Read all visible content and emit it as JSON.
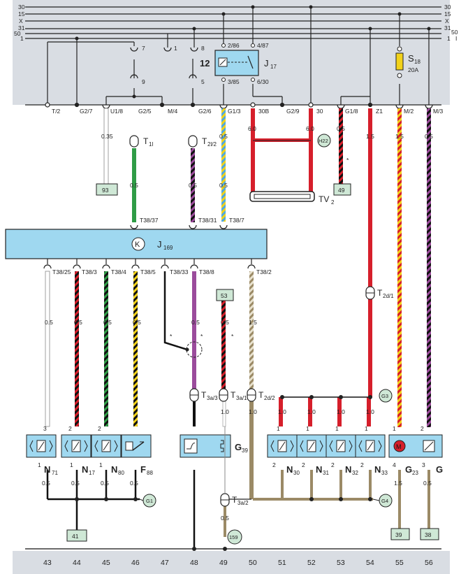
{
  "rails": [
    "30",
    "15",
    "X",
    "31",
    "50",
    "1"
  ],
  "rails_right_extra": "I",
  "top_relay": {
    "box_number": "12",
    "name": "J",
    "name_sub": "17",
    "pin_top_left": "2/86",
    "pin_top_right": "4/87",
    "pin_bottom_left": "3/85",
    "pin_bottom_right": "6/30"
  },
  "fuse": {
    "name": "S",
    "name_sub": "18",
    "rating": "20A"
  },
  "panel_pins": {
    "p7": "7",
    "p1": "1",
    "p8": "8",
    "p9": "9",
    "p5": "5"
  },
  "connectors": [
    "T/2",
    "G2/7",
    "U1/8",
    "G2/5",
    "M/4",
    "G2/6",
    "G1/3",
    "30B",
    "G2/9",
    "30",
    "G1/8",
    "Z1",
    "M/2",
    "M/3"
  ],
  "gauges_top": [
    "0.35",
    "0.5",
    "6.0",
    "6.0",
    "0.5",
    "1.5",
    "1.5",
    "0.5"
  ],
  "gauges_mid": [
    "0.5",
    "0.5",
    "0.5"
  ],
  "badges": {
    "b93": "93",
    "b49": "49",
    "b53": "53",
    "b41": "41",
    "b39": "39",
    "b38": "38"
  },
  "ground_points": {
    "h22": "H22",
    "g3": "G3",
    "g1": "G1",
    "g4": "G4",
    "p159": "159"
  },
  "terminals": {
    "t1": "T",
    "t1_sub": "1l",
    "t2": "T",
    "t2_sub": "2l/2",
    "tv2": "TV",
    "tv2_sub": "2",
    "t2d1": "T",
    "t2d1_sub": "2d/1",
    "t3a3": "T",
    "t3a3_sub": "3a/3",
    "t3a1": "T",
    "t3a1_sub": "3a/1",
    "t2d2": "T",
    "t2d2_sub": "2d/2",
    "t3a2": "T",
    "t3a2_sub": "3a/2"
  },
  "control_unit": {
    "name": "J",
    "name_sub": "169",
    "symbol": "K",
    "pins_top": [
      "T38/37",
      "T38/31",
      "T38/7"
    ],
    "pins_bottom": [
      "T38/25",
      "T38/3",
      "T38/4",
      "T38/5",
      "T38/33",
      "T38/8",
      "T38/2"
    ]
  },
  "lower_gauges": [
    "0.5",
    "0.5",
    "0.5",
    "0.5",
    "0.5",
    "0.5",
    "1.5"
  ],
  "lower_gauges2": [
    "1.0",
    "1.0",
    "1.0",
    "1.0",
    "1.0",
    "1.0"
  ],
  "asterisk": "*",
  "components": [
    {
      "name": "N",
      "sub": "71",
      "pin_top": "3",
      "pin_bottom": "1"
    },
    {
      "name": "N",
      "sub": "17",
      "pin_top": "2",
      "pin_bottom": "1"
    },
    {
      "name": "N",
      "sub": "80",
      "pin_top": "2",
      "pin_bottom": "1"
    },
    {
      "name": "F",
      "sub": "88",
      "pin_top": "",
      "pin_bottom": ""
    },
    {
      "name": "G",
      "sub": "39",
      "pin_top": "",
      "pin_bottom": ""
    },
    {
      "name": "N",
      "sub": "30",
      "pin_top": "1",
      "pin_bottom": "2"
    },
    {
      "name": "N",
      "sub": "31",
      "pin_top": "1",
      "pin_bottom": "2"
    },
    {
      "name": "N",
      "sub": "32",
      "pin_top": "1",
      "pin_bottom": "2"
    },
    {
      "name": "N",
      "sub": "33",
      "pin_top": "1",
      "pin_bottom": "2"
    },
    {
      "name": "G",
      "sub": "23",
      "pin_top": "1",
      "pin_bottom": "4"
    },
    {
      "name": "G",
      "sub": "",
      "pin_top": "2",
      "pin_bottom": "3"
    }
  ],
  "bottom_gauges": [
    "0.5",
    "0.5",
    "0.5",
    "0.5",
    "0.5",
    "1.5",
    "0.5"
  ],
  "columns": [
    "43",
    "44",
    "45",
    "46",
    "47",
    "48",
    "49",
    "50",
    "51",
    "52",
    "53",
    "54",
    "55",
    "56"
  ],
  "colors": {
    "panel_bg": "#d9dde3",
    "unit_bg": "#9fd8f0",
    "badge_bg": "#cfe8d6",
    "red": "#d61f2b",
    "green": "#2f9c46",
    "yellow": "#f2d21a",
    "blue": "#4fa8e0",
    "violet": "#9b4c9c",
    "brown": "#9b8a66",
    "black": "#111111",
    "white_wire": "#ffffff"
  }
}
